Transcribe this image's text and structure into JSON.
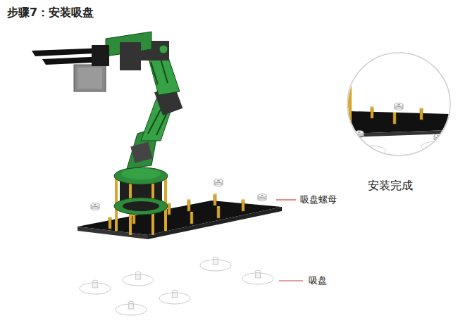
{
  "diagram": {
    "title": "步骤7：安装吸盘",
    "labels": [
      "安装完成",
      "吸盘螺母",
      "吸盘"
    ]
  }
}
